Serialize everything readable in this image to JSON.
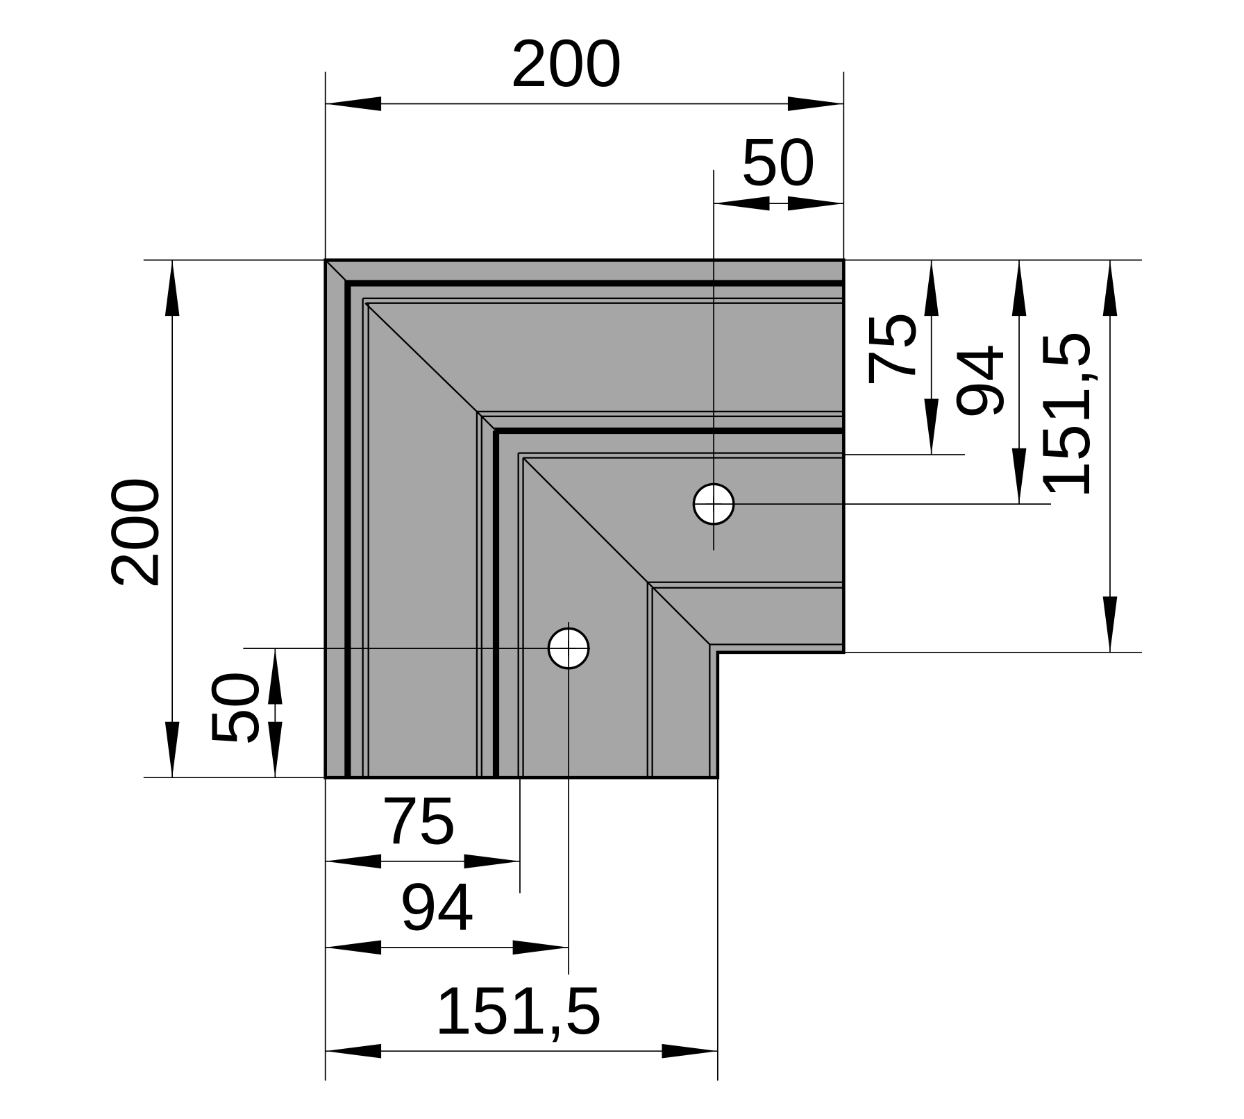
{
  "drawing": {
    "fill_color": "#a6a6a6",
    "line_color": "#000000",
    "dimensions": {
      "top_width": "200",
      "top_hole_offset": "50",
      "right_75": "75",
      "right_94": "94",
      "right_151_5": "151,5",
      "left_height": "200",
      "left_hole_offset": "50",
      "bottom_75": "75",
      "bottom_94": "94",
      "bottom_151_5": "151,5"
    }
  }
}
